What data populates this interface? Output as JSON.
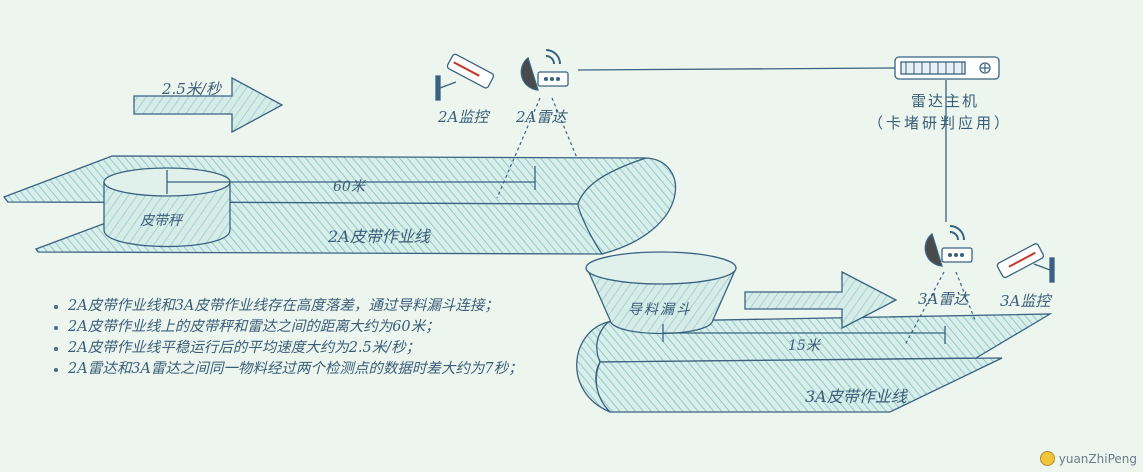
{
  "labels": {
    "speed_arrow_2a": "2.5米/秒",
    "monitor_2a": "2A监控",
    "radar_2a": "2A雷达",
    "radar_host": "雷达主机",
    "radar_host_sub": "（卡堵研判应用）",
    "distance_2a": "60米",
    "belt_scale": "皮带秤",
    "line_2a": "2A皮带作业线",
    "hopper": "导料漏斗",
    "radar_3a": "3A雷达",
    "monitor_3a": "3A监控",
    "distance_3a": "15米",
    "line_3a": "3A皮带作业线"
  },
  "notes": [
    "2A皮带作业线和3A皮带作业线存在高度落差，通过导料漏斗连接；",
    "2A皮带作业线上的皮带秤和雷达之间的距离大约为60米；",
    "2A皮带作业线平稳运行后的平均速度大约为2.5米/秒；",
    "2A雷达和3A雷达之间同一物料经过两个检测点的数据时差大约为7秒；"
  ],
  "watermark": "yuanZhiPeng",
  "colors": {
    "background": "#ecf6ee",
    "stroke": "#3a6280",
    "hatch": "#8fc7c6",
    "fill": "#d3ebe6",
    "device_red": "#c0392b"
  }
}
